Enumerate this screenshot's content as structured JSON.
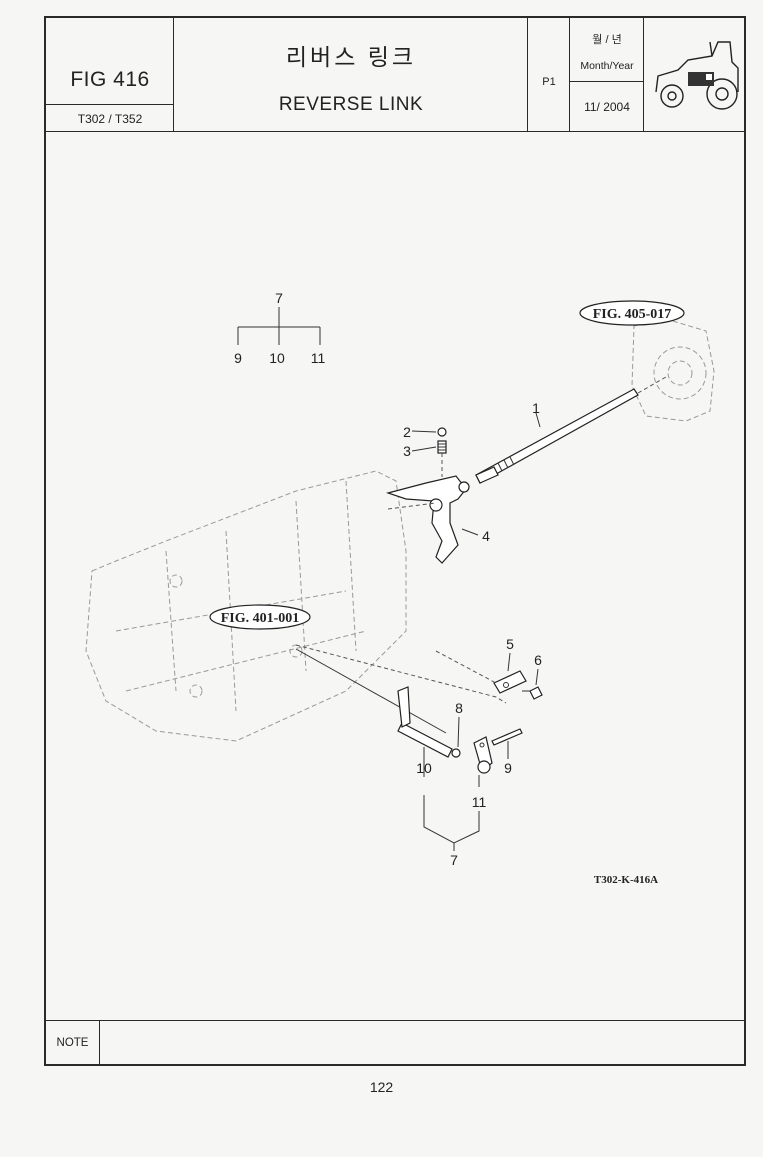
{
  "header": {
    "fig_no": "FIG 416",
    "model": "T302 / T352",
    "title_ko": "리버스 링크",
    "title_en": "REVERSE LINK",
    "page": "P1",
    "month_year_ko": "월 / 년",
    "month_year_en": "Month/Year",
    "date": "11/ 2004"
  },
  "diagram": {
    "refs": [
      "FIG. 405-017",
      "FIG. 401-001"
    ],
    "drawing_code": "T302-K-416A",
    "callouts": {
      "1": "1",
      "2": "2",
      "3": "3",
      "4": "4",
      "5": "5",
      "6": "6",
      "7a": "7",
      "7b": "7",
      "8": "8",
      "9a": "9",
      "9b": "9",
      "10a": "10",
      "10b": "10",
      "11a": "11",
      "11b": "11"
    }
  },
  "footer": {
    "note_label": "NOTE",
    "page_number": "122"
  }
}
